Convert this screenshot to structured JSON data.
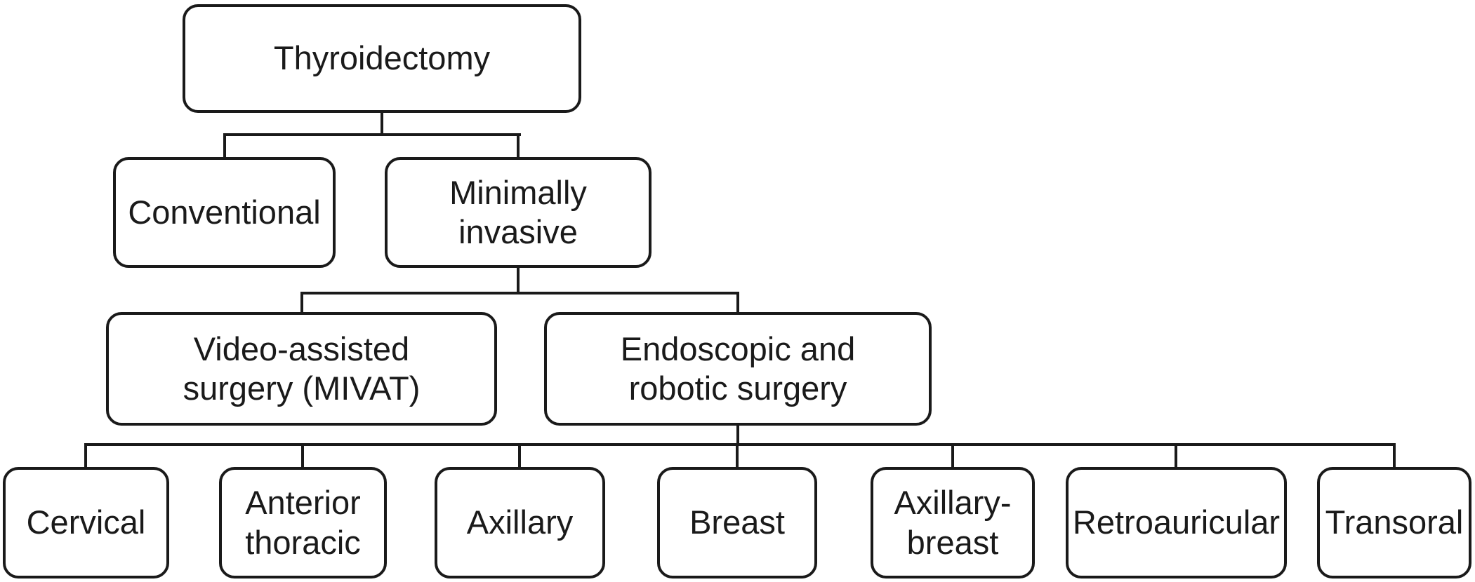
{
  "figure_type": "flowchart-tree",
  "colors": {
    "line": "#1a1a1a",
    "box_fill": "#ffffff",
    "text": "#1a1a1a",
    "background": "#ffffff"
  },
  "tree": {
    "label": "Thyroidectomy",
    "children": [
      {
        "label": "Conventional",
        "children": []
      },
      {
        "label": "Minimally\ninvasive",
        "children": [
          {
            "label": "Video-assisted\nsurgery (MIVAT)",
            "children": []
          },
          {
            "label": "Endoscopic and\nrobotic surgery",
            "children": [
              {
                "label": "Cervical"
              },
              {
                "label": "Anterior\nthoracic"
              },
              {
                "label": "Axillary"
              },
              {
                "label": "Breast"
              },
              {
                "label": "Axillary-\nbreast"
              },
              {
                "label": "Retroauricular"
              },
              {
                "label": "Transoral"
              }
            ]
          }
        ]
      }
    ]
  }
}
